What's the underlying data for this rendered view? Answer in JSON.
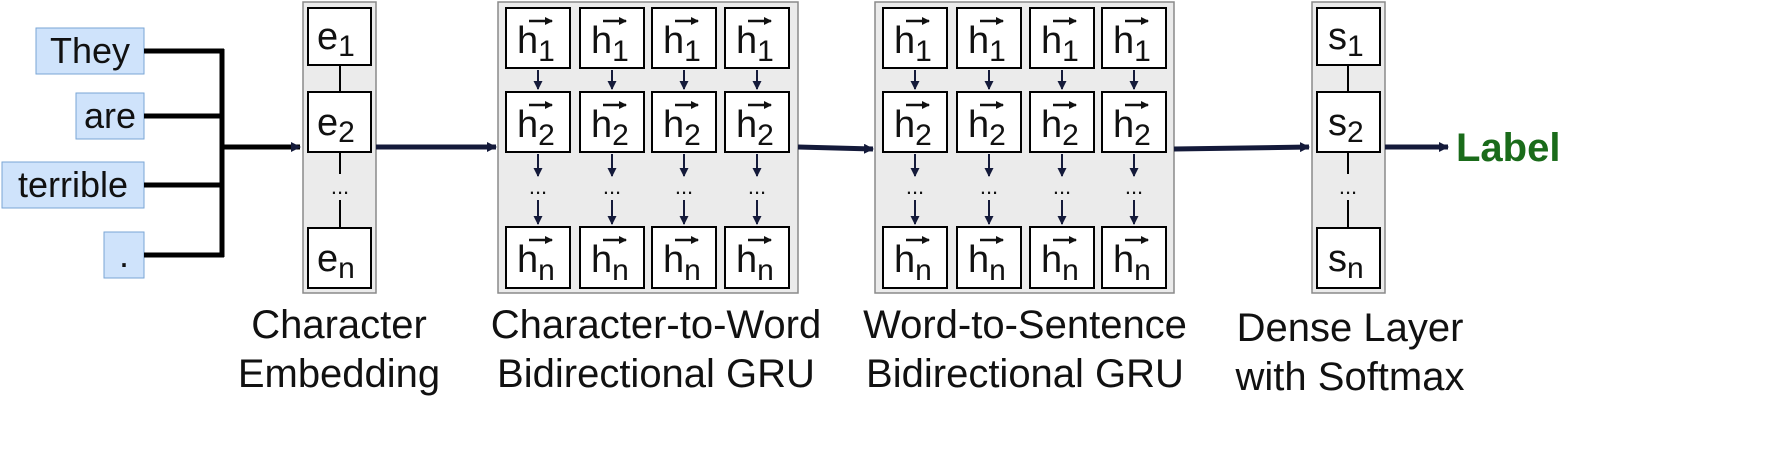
{
  "inputs": {
    "words": [
      "They",
      "are",
      "terrible",
      "."
    ],
    "word_fill": "#cfe3fb"
  },
  "embedding": {
    "symbol": "e",
    "subscripts": [
      "1",
      "2",
      "n"
    ],
    "ellipsis": "...",
    "caption": [
      "Character",
      "Embedding"
    ]
  },
  "char_to_word": {
    "symbol": "h",
    "row_subscripts": [
      "1",
      "2",
      "n"
    ],
    "ellipsis": "...",
    "caption": [
      "Character-to-Word",
      "Bidirectional GRU"
    ]
  },
  "word_to_sentence": {
    "symbol": "h",
    "row_subscripts": [
      "1",
      "2",
      "n"
    ],
    "ellipsis": "...",
    "caption": [
      "Word-to-Sentence",
      "Bidirectional GRU"
    ]
  },
  "dense": {
    "symbol": "s",
    "subscripts": [
      "1",
      "2",
      "n"
    ],
    "ellipsis": "...",
    "caption": [
      "Dense Layer",
      "with Softmax"
    ]
  },
  "output": {
    "label": "Label",
    "label_color": "#1a6b1a"
  },
  "colors": {
    "panel_fill": "#ebebeb",
    "panel_stroke": "#8a8a8a",
    "arrow": "#141a3a",
    "line": "#000000"
  }
}
